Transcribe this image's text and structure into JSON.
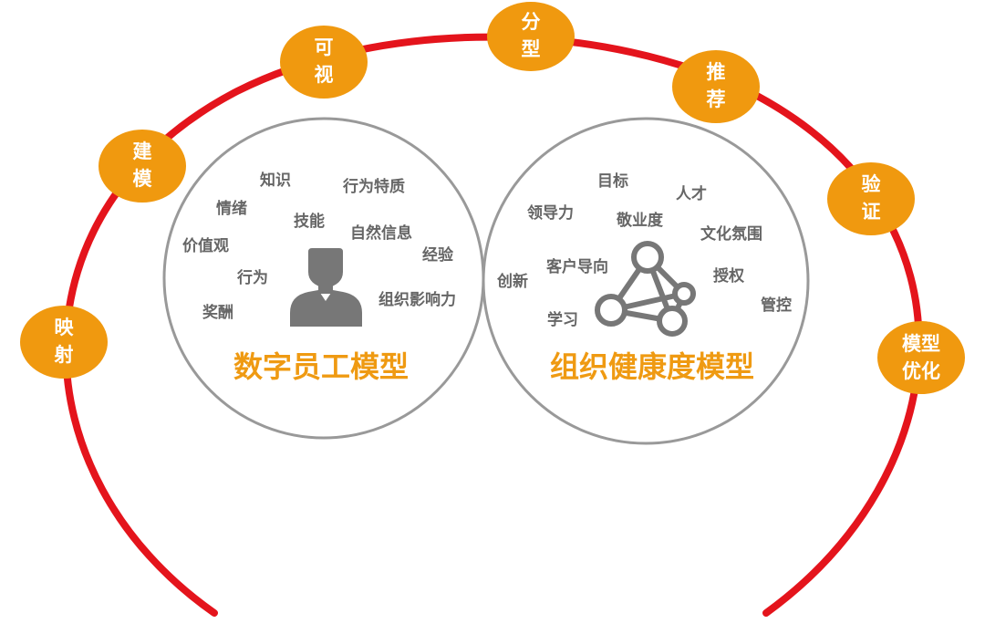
{
  "colors": {
    "arc": "#e4141c",
    "badge": "#f0990f",
    "badge_text": "#ffffff",
    "circle_stroke": "#999999",
    "keyword": "#666666",
    "title": "#ef9a12",
    "icon": "#777777"
  },
  "stages": [
    {
      "id": "mapping",
      "line1": "映",
      "line2": "射"
    },
    {
      "id": "modeling",
      "line1": "建",
      "line2": "模"
    },
    {
      "id": "visualization",
      "line1": "可",
      "line2": "视"
    },
    {
      "id": "classification",
      "line1": "分",
      "line2": "型"
    },
    {
      "id": "recommendation",
      "line1": "推",
      "line2": "荐"
    },
    {
      "id": "validation",
      "line1": "验",
      "line2": "证"
    },
    {
      "id": "optimization",
      "line1": "模型",
      "line2": "优化"
    }
  ],
  "employee_model": {
    "title": "数字员工模型",
    "icon": "person-bust-icon",
    "keywords": [
      "知识",
      "行为特质",
      "情绪",
      "技能",
      "自然信息",
      "价值观",
      "经验",
      "行为",
      "组织影响力",
      "奖酬"
    ]
  },
  "org_model": {
    "title": "组织健康度模型",
    "icon": "network-graph-icon",
    "keywords": [
      "目标",
      "人才",
      "领导力",
      "敬业度",
      "文化氛围",
      "客户导向",
      "创新",
      "授权",
      "管控",
      "学习"
    ]
  }
}
